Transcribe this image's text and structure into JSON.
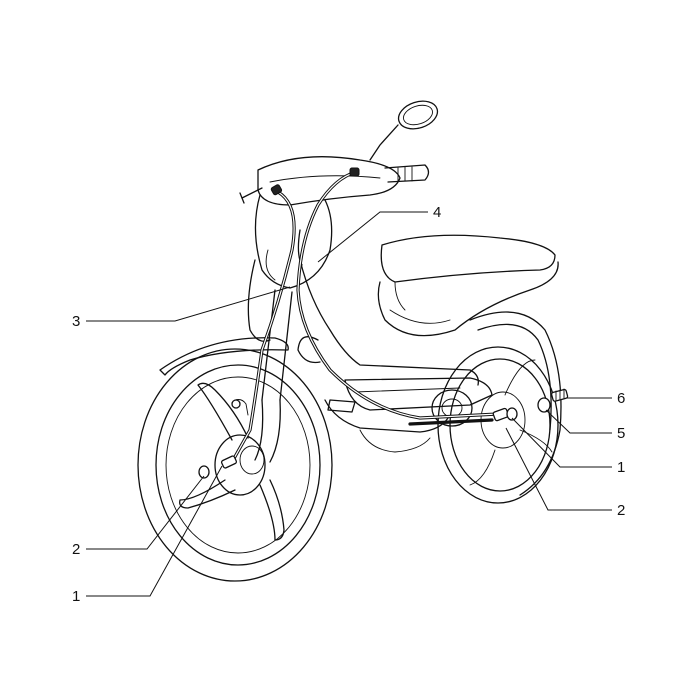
{
  "callouts": [
    {
      "id": "front-1",
      "label": "1"
    },
    {
      "id": "front-2",
      "label": "2"
    },
    {
      "id": "cable-3",
      "label": "3"
    },
    {
      "id": "cable-4",
      "label": "4"
    },
    {
      "id": "rear-1",
      "label": "1"
    },
    {
      "id": "rear-2",
      "label": "2"
    },
    {
      "id": "part-5",
      "label": "5"
    },
    {
      "id": "part-6",
      "label": "6"
    }
  ]
}
